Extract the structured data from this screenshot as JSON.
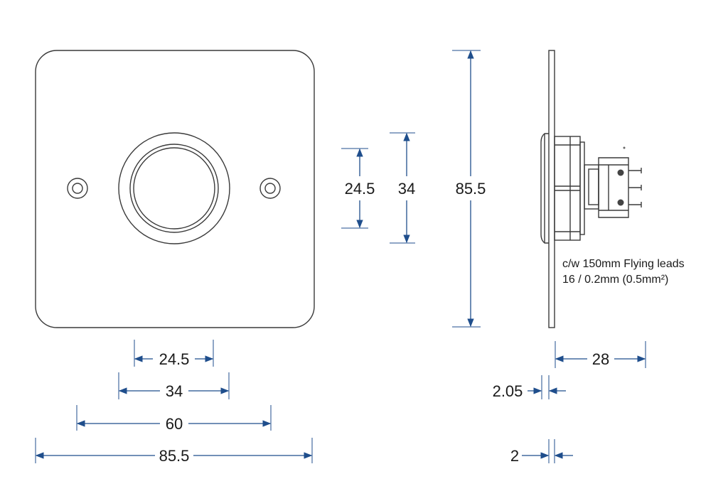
{
  "front_view": {
    "width_dims": [
      "24.5",
      "34",
      "60",
      "85.5"
    ],
    "height_dims": [
      "24.5",
      "34"
    ]
  },
  "side_view": {
    "height_dim": "85.5",
    "depth_dim": "28",
    "bezel_dim": "2.05",
    "plate_dim": "2",
    "note_line1": "c/w 150mm Flying leads",
    "note_line2": "16 / 0.2mm (0.5mm²)"
  },
  "colors": {
    "dimension_line": "#1f4e8c",
    "outline": "#3a3a3a"
  }
}
